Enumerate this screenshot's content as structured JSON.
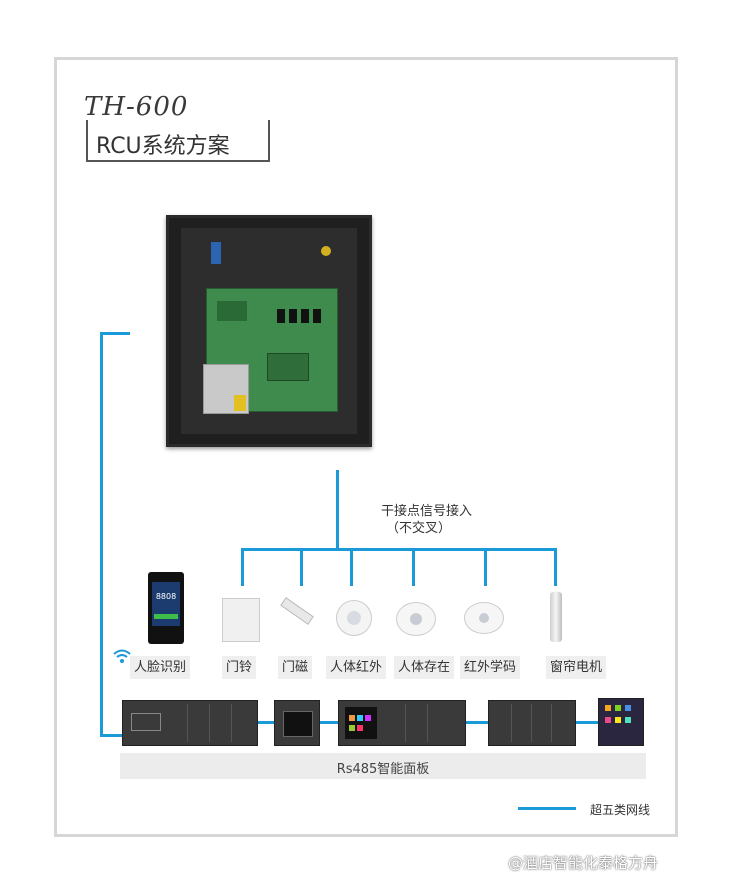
{
  "title": {
    "model": "TH-600",
    "name": "RCU系统方案"
  },
  "dry_contact": {
    "line1": "干接点信号接入",
    "line2": "（不交叉）"
  },
  "devices": [
    {
      "label": "人脸识别",
      "icon": "face-recognition-terminal-icon",
      "screen_text": "8808"
    },
    {
      "label": "门铃",
      "icon": "doorbell-icon"
    },
    {
      "label": "门磁",
      "icon": "door-magnetic-sensor-icon"
    },
    {
      "label": "人体红外",
      "icon": "pir-sensor-icon"
    },
    {
      "label": "人体存在",
      "icon": "presence-sensor-icon"
    },
    {
      "label": "红外学码",
      "icon": "ir-learning-icon"
    },
    {
      "label": "窗帘电机",
      "icon": "curtain-motor-icon"
    }
  ],
  "bus_label": "Rs485智能面板",
  "legend": {
    "label": "超五类网线",
    "color": "#1a9ad6"
  },
  "watermark": "@酒店智能化泰格方舟",
  "colors": {
    "wire": "#1a9ad6",
    "frame": "#d6d6d6",
    "panel": "#3a3a3a"
  }
}
